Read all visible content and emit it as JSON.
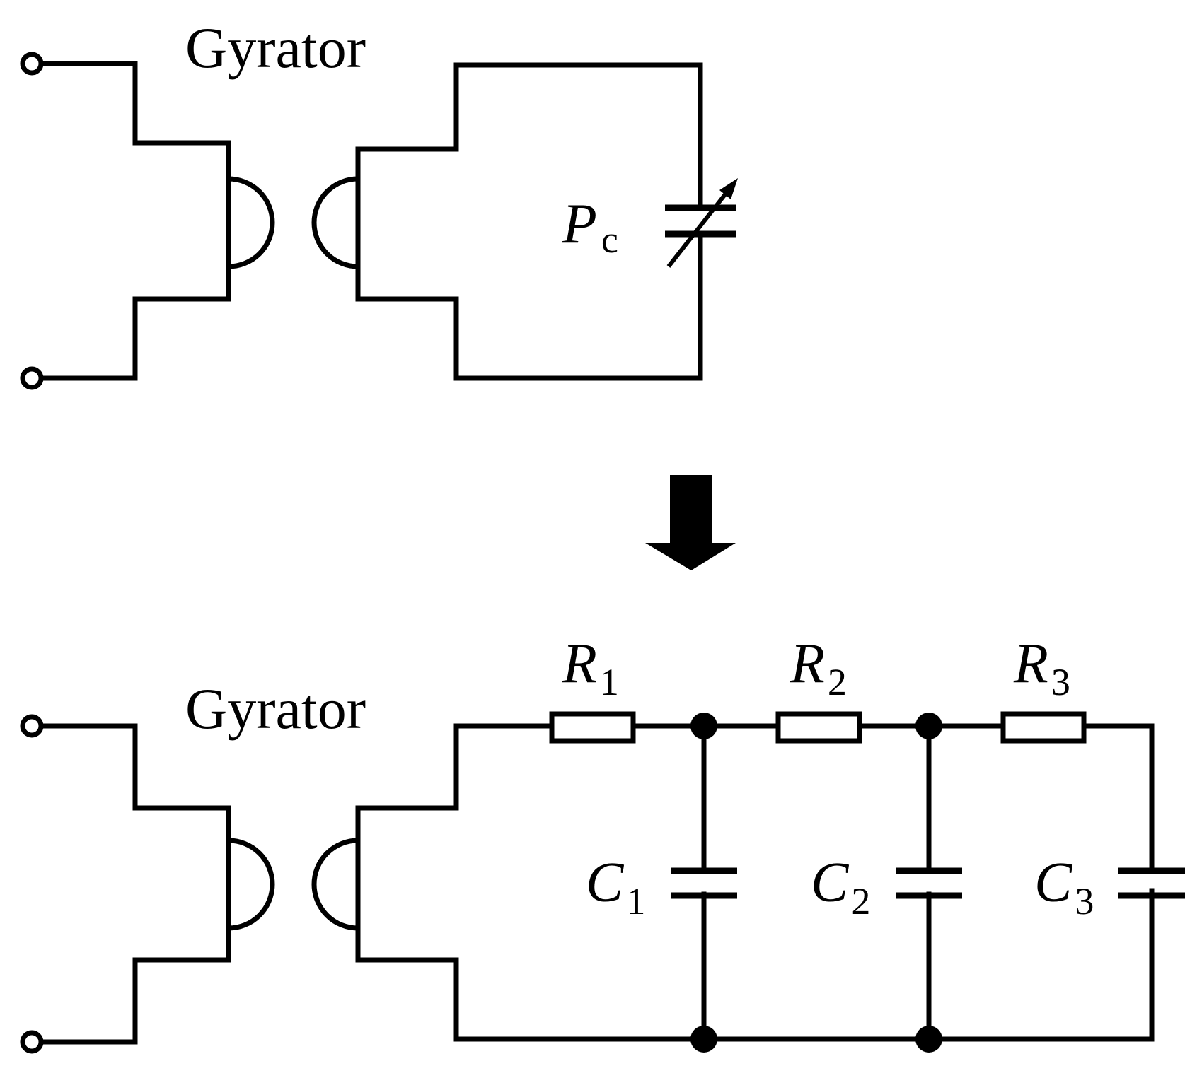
{
  "top": {
    "gyrator_label": "Gyrator",
    "capacitor_symbol": "P",
    "capacitor_subscript": "c"
  },
  "bottom": {
    "gyrator_label": "Gyrator",
    "resistors": [
      {
        "symbol": "R",
        "subscript": "1"
      },
      {
        "symbol": "R",
        "subscript": "2"
      },
      {
        "symbol": "R",
        "subscript": "3"
      }
    ],
    "capacitors": [
      {
        "symbol": "C",
        "subscript": "1"
      },
      {
        "symbol": "C",
        "subscript": "2"
      },
      {
        "symbol": "C",
        "subscript": "3"
      }
    ]
  },
  "transform_arrow_icon": "down-arrow-icon"
}
